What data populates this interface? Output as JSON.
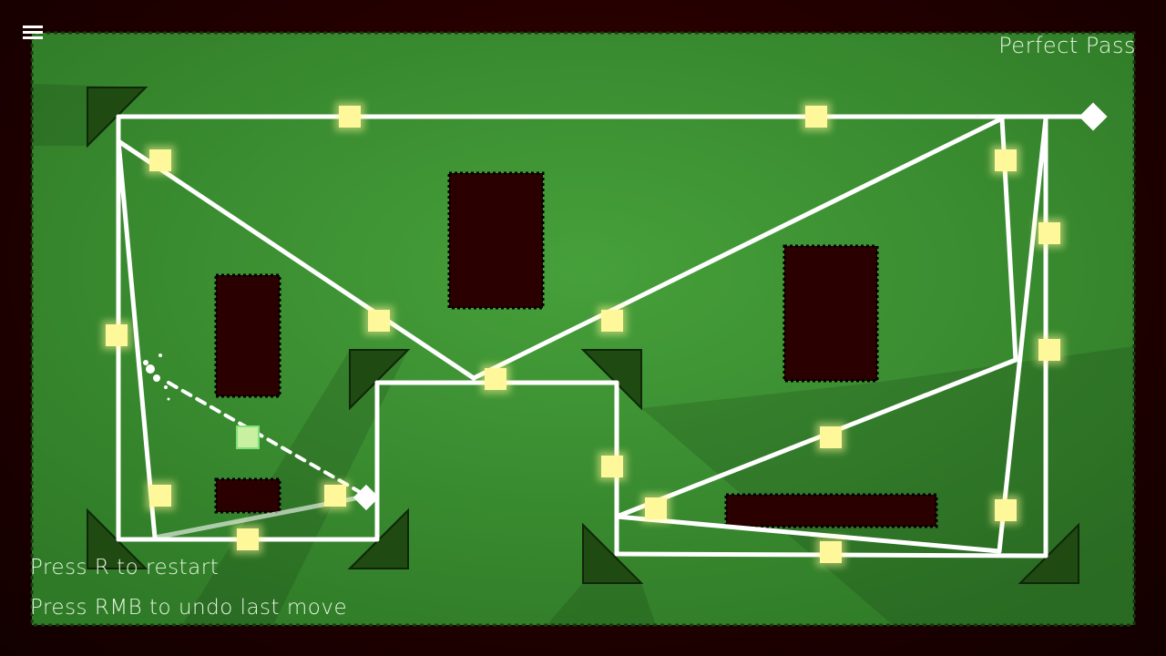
{
  "hud": {
    "menu_icon": "hamburger-menu-icon",
    "status": "Perfect Pass",
    "hint_restart": "Press R to restart",
    "hint_undo": "Press RMB to undo last move"
  },
  "colors": {
    "field": "#3b8c31",
    "border": "#250000",
    "wall": "#2b0000",
    "triangle": "#1f4a12",
    "path": "#ffffff",
    "pickup": "#fff89a"
  }
}
